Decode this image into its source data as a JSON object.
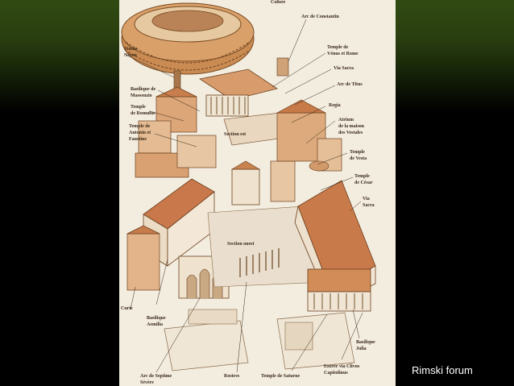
{
  "slide": {
    "caption": "Rimski forum"
  },
  "illustration": {
    "labels": {
      "colisee": "Colisée",
      "arc_constantin": "Arc de Constantin",
      "statue_neron_1": "Statue",
      "statue_neron_2": "Néron",
      "temple_venus_1": "Temple de",
      "temple_venus_2": "Vénus et Rome",
      "via_sacra_top": "Via Sacra",
      "basilique_massenzio_1": "Basilique de",
      "basilique_massenzio_2": "Massenzio",
      "arc_titus": "Arc de Titus",
      "temple_romulus_1": "Temple",
      "temple_romulus_2": "de Romulus",
      "regia": "Regia",
      "temple_antonin_1": "Temple de",
      "temple_antonin_2": "Antonin et",
      "temple_antonin_3": "Faustine",
      "section_est": "Section est",
      "atrium_1": "Atrium",
      "atrium_2": "de la maison",
      "atrium_3": "des Vestales",
      "temple_vesta_1": "Temple",
      "temple_vesta_2": "de Vesta",
      "temple_cesar_1": "Temple",
      "temple_cesar_2": "de César",
      "via_sacra_right_1": "Via",
      "via_sacra_right_2": "Sacra",
      "section_ouest": "Section ouest",
      "curie": "Curie",
      "basilique_aemilia_1": "Basilique",
      "basilique_aemilia_2": "Aemilia",
      "basilique_julia_1": "Basilique",
      "basilique_julia_2": "Julia",
      "arc_septime_1": "Arc de Septime",
      "arc_septime_2": "Sévère",
      "rostres": "Rostres",
      "temple_saturne": "Temple de Saturne",
      "entree_clivus_1": "Entrée via Clivus",
      "entree_clivus_2": "Capitolinus"
    }
  }
}
